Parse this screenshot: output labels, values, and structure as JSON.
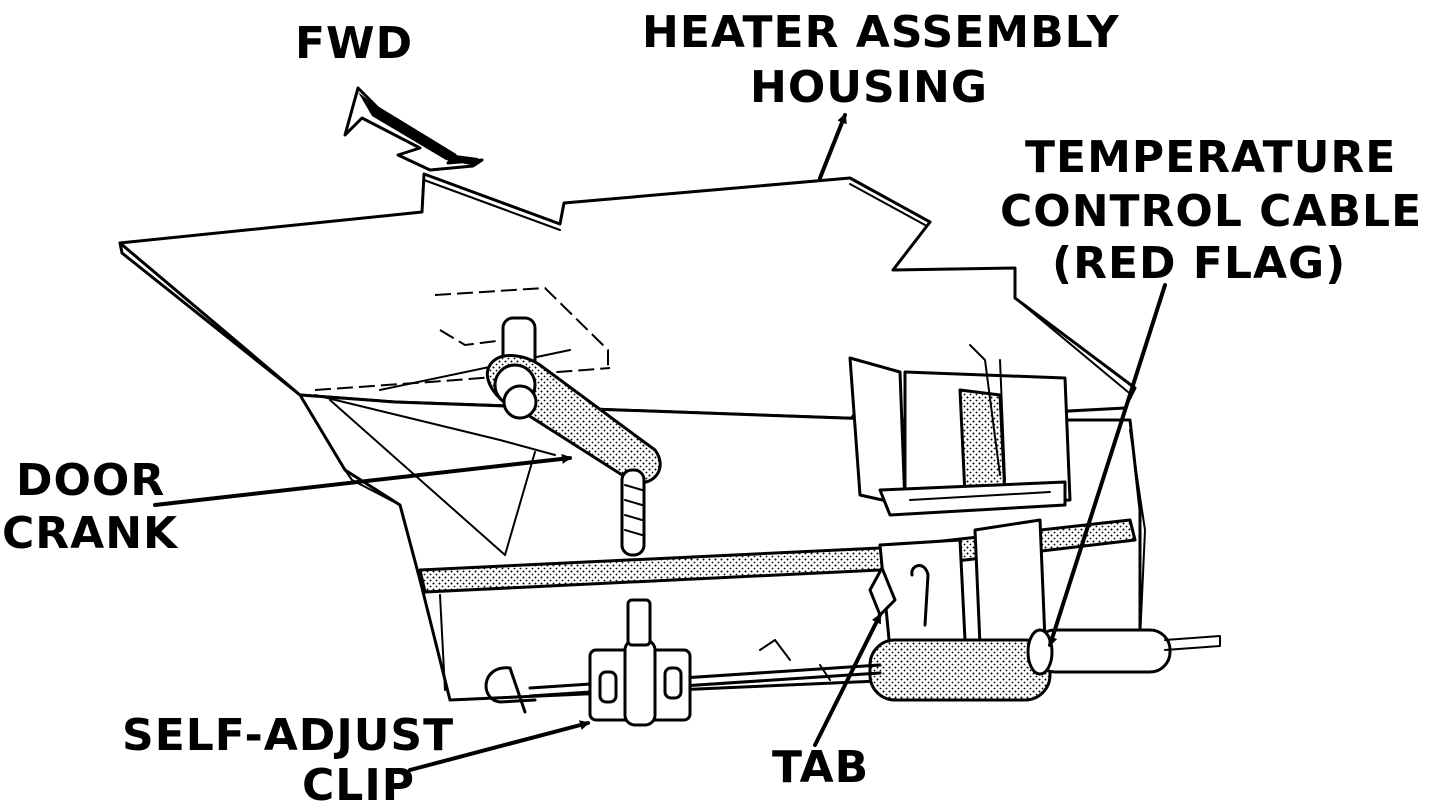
{
  "diagram": {
    "labels": {
      "fwd": "FWD",
      "housing_line1": "HEATER ASSEMBLY",
      "housing_line2": "HOUSING",
      "cable_line1": "TEMPERATURE",
      "cable_line2": "CONTROL CABLE",
      "cable_line3": "(RED FLAG)",
      "door_crank_line1": "DOOR",
      "door_crank_line2": "CRANK",
      "clip_line1": "SELF-ADJUST",
      "clip_line2": "CLIP",
      "tab": "TAB"
    },
    "ink_color": "#000000",
    "paper_color": "#ffffff"
  }
}
